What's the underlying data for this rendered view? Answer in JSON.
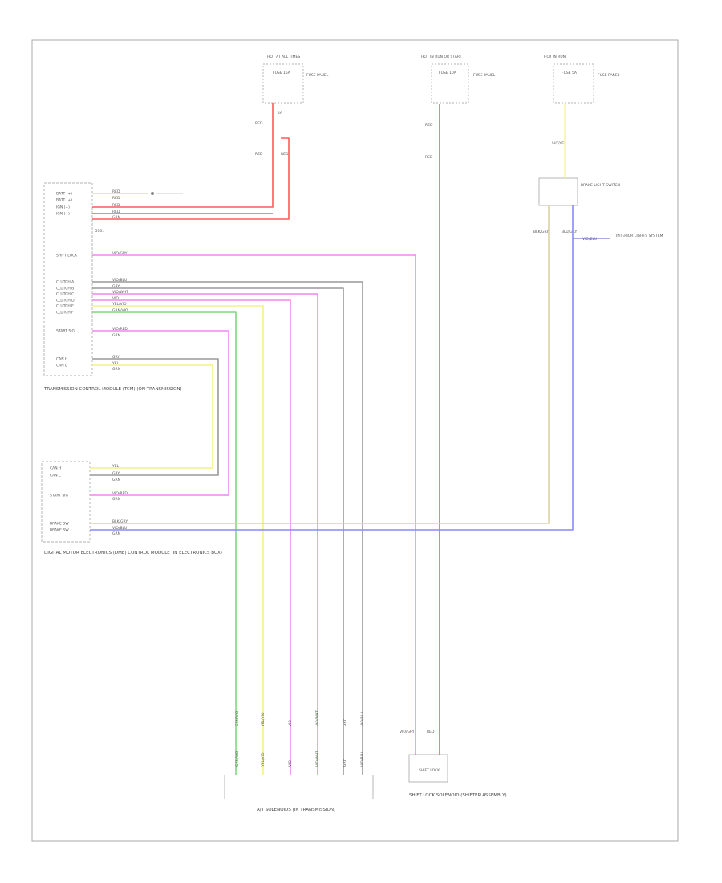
{
  "fuse_boxes": [
    {
      "header": "HOT AT ALL TIMES",
      "fuse": "FUSE 15A",
      "note": "FUSE PANEL",
      "pin": "4A",
      "wire": "RED"
    },
    {
      "header": "HOT IN RUN OR START",
      "fuse": "FUSE 10A",
      "note": "FUSE PANEL",
      "pin": "",
      "wire": "RED"
    },
    {
      "header": "HOT IN RUN",
      "fuse": "FUSE 5A",
      "note": "FUSE PANEL",
      "pin": "",
      "wire": "VIO/YEL"
    }
  ],
  "top_wires": {
    "wire1_upper": "RED",
    "wire1_lower": "RED",
    "wire1_right": "RED",
    "wire2_upper": "RED",
    "wire2_lower": "RED"
  },
  "tcm": {
    "pins": [
      "BATT (+)",
      "BATT (+)",
      "IGN (+)",
      "IGN (+)",
      "",
      "SHIFT LOCK",
      "",
      "CLUTCH A",
      "CLUTCH B",
      "CLUTCH C",
      "CLUTCH D",
      "CLUTCH E",
      "CLUTCH F",
      "",
      "START SIG",
      "",
      "CAN H",
      "CAN L",
      ""
    ],
    "wires": [
      "RED",
      "RED",
      "RED",
      "RED",
      "GRN",
      "VIO/GRY",
      "",
      "VIO/BLU",
      "GRY",
      "VIO/WHT",
      "VIO",
      "YEL/VIO",
      "GRN/VIO",
      "",
      "VIO/RED",
      "GRN",
      "GRY",
      "YEL",
      "GRN"
    ],
    "ground_label": "G101",
    "caption": "TRANSMISSION CONTROL MODULE (TCM) (ON TRANSMISSION)"
  },
  "ecm": {
    "pins": [
      "CAN H",
      "CAN L",
      "",
      "START SIG",
      "",
      "BRAKE SW",
      "BRAKE SW",
      ""
    ],
    "wires": [
      "YEL",
      "GRY",
      "GRN",
      "VIO/RED",
      "GRN",
      "BLK/GRY",
      "VIO/BLU",
      "GRN"
    ],
    "caption": "DIGITAL MOTOR ELECTRONICS (DME) CONTROL MODULE (IN ELECTRONICS BOX)"
  },
  "brake_switch": {
    "label": "BRAKE LIGHT SWITCH",
    "wire_left": "BLK/GRY",
    "wire_right": "BLU/GRY",
    "wire_connector": "VIO/BLU",
    "side_label": "INTERIOR LIGHTS SYSTEM"
  },
  "bottom_wires": [
    "GRN/VIO",
    "YEL/VIO",
    "VIO",
    "VIO/WHT",
    "GRY",
    "VIO/BLU"
  ],
  "bottom_wires_lower": [
    "GRN/VIO",
    "YEL/VIO",
    "VIO",
    "VIO/WHT",
    "GRY",
    "VIO/BLU"
  ],
  "solenoid_caption": "A/T SOLENOIDS (IN TRANSMISSION)",
  "shift_lock": {
    "label": "SHIFT LOCK",
    "wire_left": "VIO/GRY",
    "wire_right": "RED",
    "caption": "SHIFT LOCK SOLENOID (SHIFTER ASSEMBLY)"
  },
  "figure_id": "",
  "colors": {
    "red": "#ff5a5a",
    "violet": "#ee88ee",
    "gray": "#999999",
    "yellow": "#f2f28a",
    "green": "#7ed87e",
    "blue": "#8888ff",
    "tan": "#d9d4a8",
    "frame": "#aaaaaa"
  }
}
